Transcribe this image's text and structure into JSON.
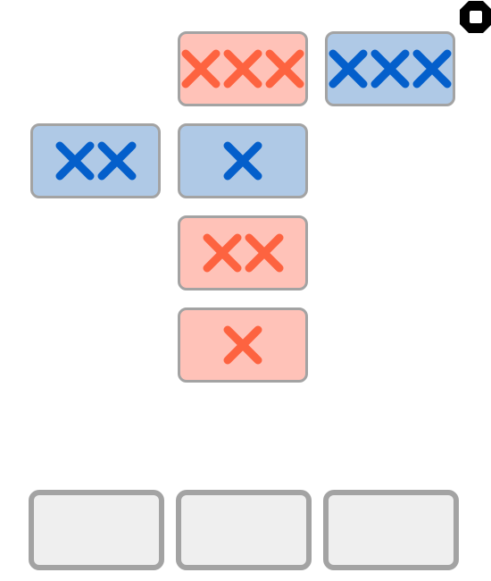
{
  "colors": {
    "red_tile_fill": "#ffc2b8",
    "red_mark": "#fd6340",
    "blue_tile_fill": "#afc9e6",
    "blue_mark": "#045fcb",
    "tile_border": "#a3a3a3",
    "slot_fill": "#efefef",
    "stop_icon": "#000000"
  },
  "controls": {
    "stop_icon": "stop-octagon-icon"
  },
  "tiles": [
    {
      "id": "r0c1",
      "color": "red",
      "mark_count": 3,
      "icon": "x-mark-icon"
    },
    {
      "id": "r0c2",
      "color": "blue",
      "mark_count": 3,
      "icon": "x-mark-icon"
    },
    {
      "id": "r1c0",
      "color": "blue",
      "mark_count": 2,
      "icon": "x-mark-icon"
    },
    {
      "id": "r1c1",
      "color": "blue",
      "mark_count": 1,
      "icon": "x-mark-icon"
    },
    {
      "id": "r2c1",
      "color": "red",
      "mark_count": 2,
      "icon": "x-mark-icon"
    },
    {
      "id": "r3c1",
      "color": "red",
      "mark_count": 1,
      "icon": "x-mark-icon"
    }
  ],
  "answer_slots": [
    {
      "id": "slot-1",
      "filled": false
    },
    {
      "id": "slot-2",
      "filled": false
    },
    {
      "id": "slot-3",
      "filled": false
    }
  ]
}
